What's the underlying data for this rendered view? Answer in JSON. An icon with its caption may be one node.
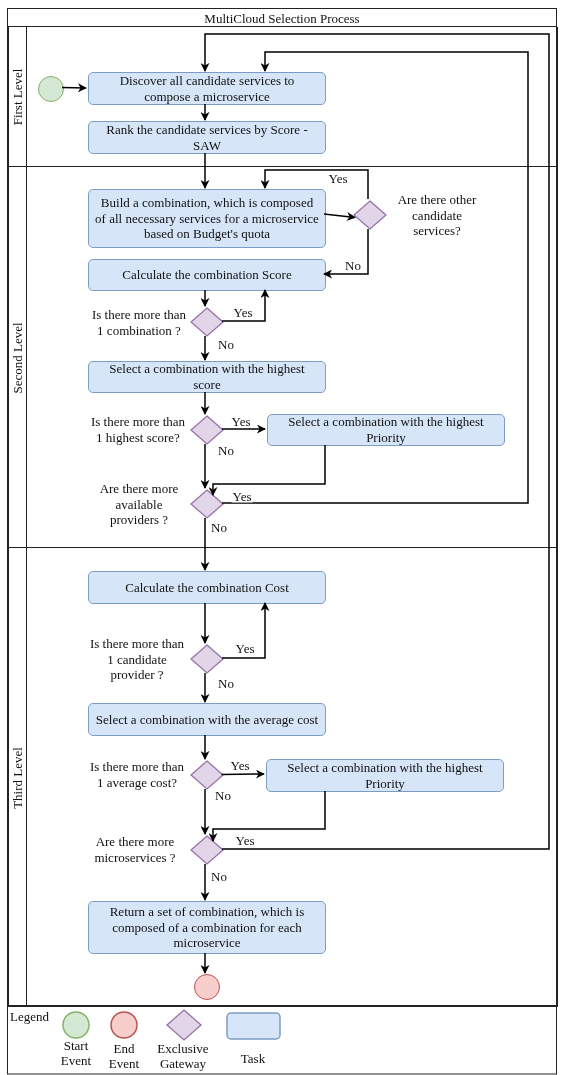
{
  "diagram": {
    "nodes": [
      {
        "text": [
          "MultiCloud Selection Process"
        ]
      },
      {
        "text": [
          "First Level"
        ],
        "in": 0
      },
      {
        "text": [
          "Second Level"
        ],
        "in": 0
      },
      {
        "text": [
          "Third Level"
        ],
        "in": 0
      },
      {
        "text": [],
        "shape": "circle",
        "in": 1
      },
      {
        "text": [
          "Discover all candidate services to compose a microservice"
        ],
        "in": 1
      },
      {
        "text": [
          "Rank the candidate services by Score - SAW"
        ],
        "in": 1
      },
      {
        "text": [
          "Build a combination, which is composed of all necessary services for a microservice based on Budget's quota"
        ],
        "in": 2
      },
      {
        "text": [],
        "shape": "diamond",
        "beside": [
          "Are there other candidate services?"
        ],
        "in": 2
      },
      {
        "text": [
          "Calculate the combination Score"
        ],
        "in": 2
      },
      {
        "text": [],
        "shape": "diamond",
        "beside": [
          "Is there more than 1 combination ?"
        ],
        "in": 2
      },
      {
        "text": [
          "Select a combination with the highest score"
        ],
        "in": 2
      },
      {
        "text": [],
        "shape": "diamond",
        "beside": [
          "Is there more than 1 highest score?"
        ],
        "in": 2
      },
      {
        "text": [
          "Select a combination with the highest Priority"
        ],
        "in": 2
      },
      {
        "text": [],
        "shape": "diamond",
        "beside": [
          "Are there more available providers ?"
        ],
        "in": 2
      },
      {
        "text": [
          "Calculate the combination Cost"
        ],
        "in": 3
      },
      {
        "text": [],
        "shape": "diamond",
        "beside": [
          "Is there more than 1 candidate provider ?"
        ],
        "in": 3
      },
      {
        "text": [
          "Select a combination with the average cost"
        ],
        "in": 3
      },
      {
        "text": [],
        "shape": "diamond",
        "beside": [
          "Is there more than 1 average cost?"
        ],
        "in": 3
      },
      {
        "text": [
          "Select a combination with the highest Priority"
        ],
        "in": 3
      },
      {
        "text": [],
        "shape": "diamond",
        "beside": [
          "Are there more microservices ?"
        ],
        "in": 3
      },
      {
        "text": [
          "Return a set of combination, which is composed of a combination for each microservice"
        ],
        "in": 3
      },
      {
        "text": [],
        "shape": "circle",
        "in": 3
      }
    ],
    "edges": [
      {
        "from": 4,
        "to": 5,
        "arrow": "to"
      },
      {
        "from": 5,
        "to": 6,
        "arrow": "to"
      },
      {
        "from": 6,
        "to": 7,
        "arrow": "to"
      },
      {
        "from": 7,
        "to": 8,
        "arrow": "to"
      },
      {
        "from": 8,
        "to": 7,
        "arrow": "to",
        "label": "Yes"
      },
      {
        "from": 8,
        "to": 9,
        "arrow": "to",
        "label": "No"
      },
      {
        "from": 9,
        "to": 10,
        "arrow": "to"
      },
      {
        "from": 10,
        "to": 9,
        "arrow": "to",
        "label": "Yes"
      },
      {
        "from": 10,
        "to": 11,
        "arrow": "to",
        "label": "No"
      },
      {
        "from": 11,
        "to": 12,
        "arrow": "to"
      },
      {
        "from": 12,
        "to": 13,
        "arrow": "to",
        "label": "Yes"
      },
      {
        "from": 12,
        "to": 14,
        "arrow": "to",
        "label": "No"
      },
      {
        "from": 13,
        "to": 14,
        "arrow": "to"
      },
      {
        "from": 14,
        "to": 5,
        "arrow": "to",
        "label": "Yes"
      },
      {
        "from": 14,
        "to": 15,
        "arrow": "to",
        "label": "No"
      },
      {
        "from": 15,
        "to": 16,
        "arrow": "to"
      },
      {
        "from": 16,
        "to": 15,
        "arrow": "to",
        "label": "Yes"
      },
      {
        "from": 16,
        "to": 17,
        "arrow": "to",
        "label": "No"
      },
      {
        "from": 17,
        "to": 18,
        "arrow": "to"
      },
      {
        "from": 18,
        "to": 19,
        "arrow": "to",
        "label": "Yes"
      },
      {
        "from": 18,
        "to": 20,
        "arrow": "to",
        "label": "No"
      },
      {
        "from": 19,
        "to": 20,
        "arrow": "to"
      },
      {
        "from": 20,
        "to": 5,
        "arrow": "to",
        "label": "Yes"
      },
      {
        "from": 20,
        "to": 21,
        "arrow": "to",
        "label": "No"
      },
      {
        "from": 21,
        "to": 22,
        "arrow": "to"
      }
    ],
    "labels": [
      "Legend"
    ],
    "legend": [
      {
        "text": "Start Event"
      },
      {
        "text": "End Event"
      },
      {
        "text": "Exclusive Gateway"
      },
      {
        "text": "Task"
      }
    ]
  }
}
